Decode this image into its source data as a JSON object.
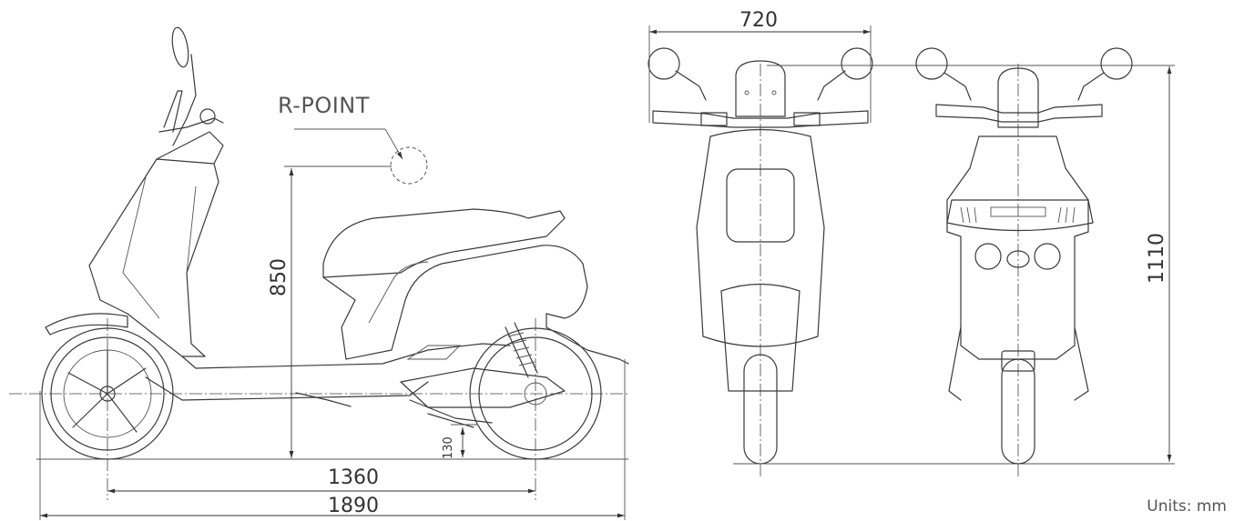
{
  "labels": {
    "r_point": "R-POINT",
    "units": "Units: mm"
  },
  "dimensions": {
    "overall_length": "1890",
    "wheelbase": "1360",
    "seat_height": "850",
    "ground_clearance": "130",
    "handlebar_width": "720",
    "overall_height": "1110"
  }
}
